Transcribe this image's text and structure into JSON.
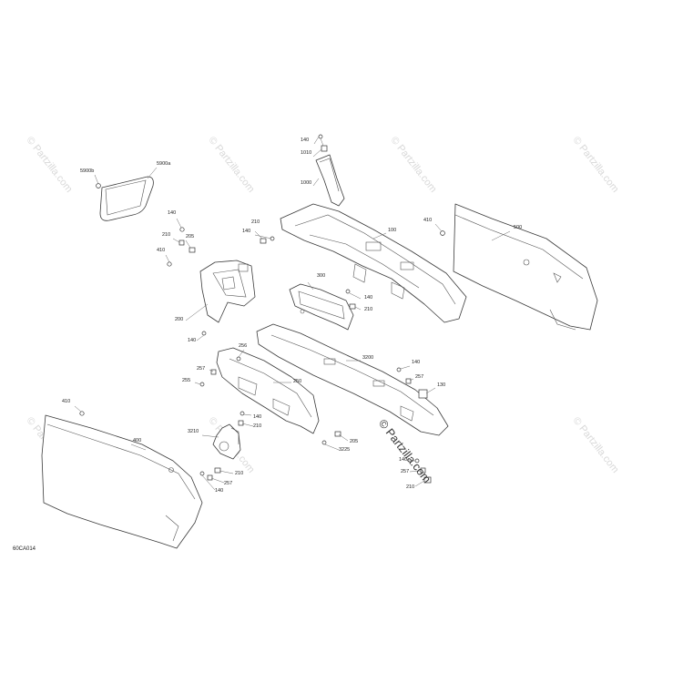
{
  "watermark": {
    "text": "© Partzilla.com",
    "main_text": "© Partzilla.com"
  },
  "diagram_code": "60CA014",
  "callouts": {
    "c5900b": "5900b",
    "c5900a": "5900a",
    "c140_top": "140",
    "c1010": "1010",
    "c1000": "1000",
    "c100": "100",
    "c410_right": "410",
    "c500": "500",
    "c140_left": "140",
    "c210_left": "210",
    "c205": "205",
    "c410_left": "410",
    "c210_mid": "210",
    "c140_mid": "140",
    "c300": "300",
    "c140_300": "140",
    "c210_300": "210",
    "c200": "200",
    "c140_200": "140",
    "c256": "256",
    "c257_250": "257",
    "c255": "255",
    "c250": "250",
    "c3200": "3200",
    "c140_3200": "140",
    "c257_3200": "257",
    "c130": "130",
    "c410_bottom": "410",
    "c400": "400",
    "c140_3210": "140",
    "c210_3210": "210",
    "c3210": "3210",
    "c210_bracket": "210",
    "c257_bracket": "257",
    "c140_bracket": "140",
    "c205_bottom": "205",
    "c3225": "3225",
    "c140_br": "140",
    "c257_br": "257",
    "c210_br": "210"
  }
}
